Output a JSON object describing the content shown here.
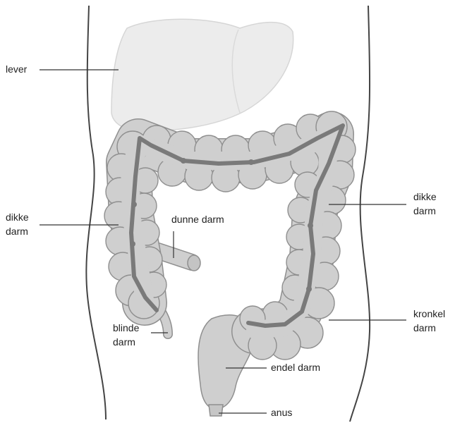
{
  "labels": {
    "lever": "lever",
    "dikke_darm_left": [
      "dikke",
      "darm"
    ],
    "dunne_darm": "dunne darm",
    "blinde_darm": [
      "blinde",
      "darm"
    ],
    "dikke_darm_right": [
      "dikke",
      "darm"
    ],
    "kronkel_darm": [
      "kronkel",
      "darm"
    ],
    "endel_darm": "endel darm",
    "anus": "anus"
  },
  "colors": {
    "organ_fill": "#cfcfcf",
    "organ_stroke": "#8f8f8f",
    "band": "#7a7a7a",
    "liver_fill": "#ececec",
    "liver_stroke": "#d4d4d4",
    "body_outline": "#444444",
    "leader_line": "#333333"
  }
}
